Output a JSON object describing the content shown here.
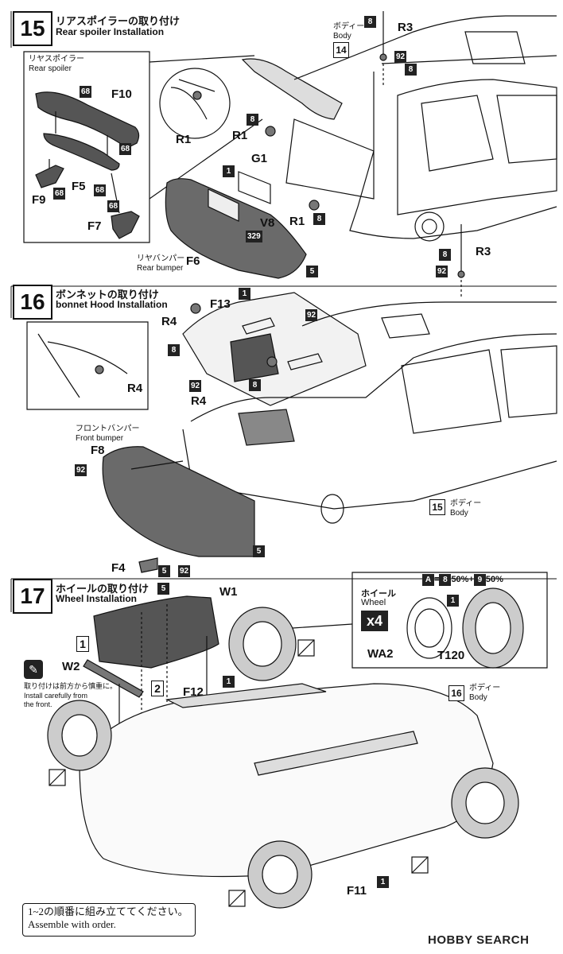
{
  "step15": {
    "number": "15",
    "title_jp": "リアスポイラーの取り付け",
    "title_en": "Rear spoiler Installation",
    "inset_label_jp": "リヤスポイラー",
    "inset_label_en": "Rear spoiler",
    "bumper_label_jp": "リヤバンパー",
    "bumper_label_en": "Rear bumper",
    "body_label_jp": "ボディー",
    "body_label_en": "Body",
    "body_ref": "14",
    "parts": {
      "F10": "F10",
      "F5": "F5",
      "F9": "F9",
      "F7": "F7",
      "R1": "R1",
      "G1": "G1",
      "V8": "V8",
      "F6": "F6",
      "R3": "R3"
    },
    "colors": {
      "c68": "68",
      "c8": "8",
      "c1": "1",
      "c5": "5",
      "c92": "92",
      "c329": "329"
    }
  },
  "step16": {
    "number": "16",
    "title_jp": "ボンネットの取り付け",
    "title_en": "bonnet Hood Installation",
    "bumper_label_jp": "フロントバンパー",
    "bumper_label_en": "Front bumper",
    "body_label_jp": "ボディー",
    "body_label_en": "Body",
    "body_ref": "15",
    "parts": {
      "R4": "R4",
      "F13": "F13",
      "F8": "F8",
      "F4": "F4"
    }
  },
  "step17": {
    "number": "17",
    "title_jp": "ホイールの取り付け",
    "title_en": "Wheel Installation",
    "wheel_label_jp": "ホイール",
    "wheel_label_en": "Wheel",
    "times": "x4",
    "mix": {
      "code": "A",
      "eq": "=",
      "c1": "8",
      "p1": "50%",
      "plus": "+",
      "c2": "9",
      "p2": "50%"
    },
    "note_jp": "取り付けは前方から慎重に。",
    "note_en_1": "Install carefully from",
    "note_en_2": "the front.",
    "body_label_jp": "ボディー",
    "body_label_en": "Body",
    "body_ref": "16",
    "order_jp": "1~2の順番に組み立ててください。",
    "order_en": "Assemble with order.",
    "order_1": "1",
    "order_2": "2",
    "parts": {
      "W1": "W1",
      "W2": "W2",
      "WA2": "WA2",
      "T120": "T120",
      "F12": "F12",
      "F11": "F11"
    }
  },
  "watermark": "HOBBY SEARCH"
}
